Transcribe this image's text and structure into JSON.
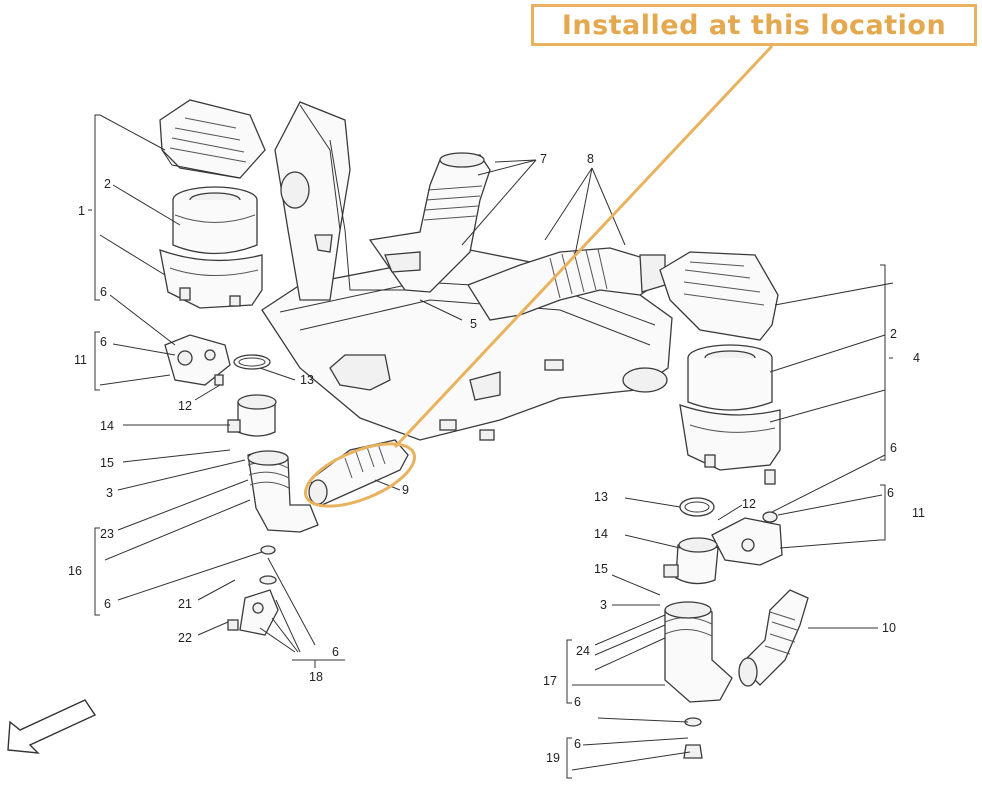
{
  "callout": {
    "text": "Installed at this location",
    "color": "#e8b25e"
  },
  "labels": {
    "l1": "1",
    "l2a": "2",
    "l6a": "6",
    "l6b": "6",
    "l11a": "11",
    "l12a": "12",
    "l13a": "13",
    "l14a": "14",
    "l15a": "15",
    "l3a": "3",
    "l23": "23",
    "l16": "16",
    "l6c": "6",
    "l21": "21",
    "l22": "22",
    "l6d": "6",
    "l18": "18",
    "l5": "5",
    "l7": "7",
    "l8": "8",
    "l9": "9",
    "l2b": "2",
    "l4": "4",
    "l6e": "6",
    "l6f": "6",
    "l11b": "11",
    "l12b": "12",
    "l13b": "13",
    "l14b": "14",
    "l15b": "15",
    "l3b": "3",
    "l24": "24",
    "l10": "10",
    "l17": "17",
    "l6g": "6",
    "l6h": "6",
    "l19": "19"
  },
  "icons": {
    "direction": "direction-arrow-icon"
  }
}
